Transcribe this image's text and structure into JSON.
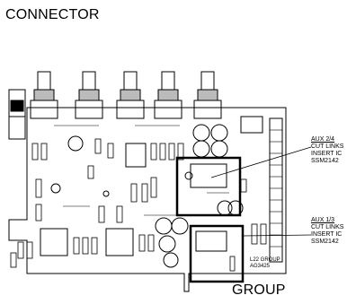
{
  "labels": {
    "connector": "CONNECTOR",
    "group": "GROUP",
    "board_text": [
      "L22 GROUP",
      "AG3425"
    ]
  },
  "notes": {
    "aux24": {
      "title": "AUX 2/4",
      "lines": [
        "CUT LINKS",
        "INSERT IC",
        "SSM2142"
      ]
    },
    "aux13": {
      "title": "AUX 1/3",
      "lines": [
        "CUT LINKS",
        "INSERT IC",
        "SSM2142"
      ]
    }
  },
  "colors": {
    "ink": "#000000",
    "paper": "#ffffff",
    "shade": "#d8d8d8"
  }
}
